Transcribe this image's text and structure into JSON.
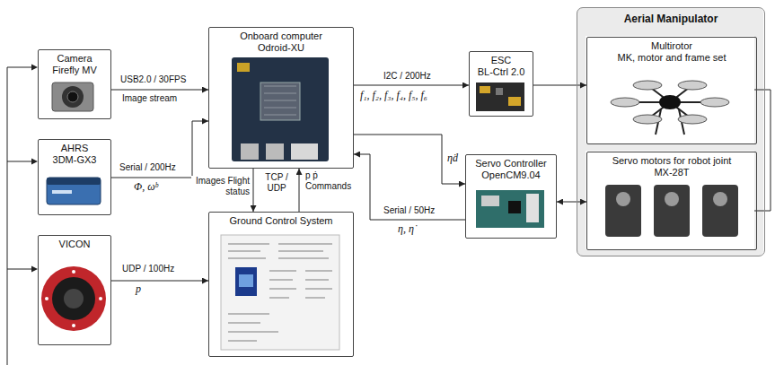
{
  "diagram": {
    "nodes": [
      {
        "text": [
          "Camera",
          "Firefly MV"
        ]
      },
      {
        "text": [
          "Onboard computer",
          "Odroid-XU"
        ]
      },
      {
        "text": [
          "ESC",
          "BL-Ctrl 2.0"
        ]
      },
      {
        "text": [
          "Aerial Manipulator"
        ]
      },
      {
        "text": [
          "Multirotor",
          "MK, motor and frame set"
        ],
        "in": 3
      },
      {
        "text": [
          "Servo motors for robot joint",
          "MX-28T"
        ],
        "in": 3
      },
      {
        "text": [
          "AHRS",
          "3DM-GX3"
        ]
      },
      {
        "text": [
          "Servo Controller",
          "OpenCM9.04"
        ]
      },
      {
        "text": [
          "Ground Control System"
        ]
      },
      {
        "text": [
          "VICON"
        ]
      }
    ],
    "edges": [
      {
        "from": 0,
        "to": 1,
        "arrow": "to",
        "label": "USB2.0 / 30FPS"
      },
      {
        "from": 6,
        "to": 1,
        "arrow": "to",
        "label": "Serial / 200Hz"
      },
      {
        "from": 9,
        "to": 8,
        "arrow": "to",
        "label": "UDP / 100Hz"
      },
      {
        "from": 1,
        "to": 8,
        "arrow": "to",
        "label": "Images Flight status"
      },
      {
        "from": 8,
        "to": 1,
        "arrow": "to",
        "label": "p ṗ Commands"
      },
      {
        "from": 1,
        "to": 2,
        "arrow": "to",
        "label": "I2C / 200Hz"
      },
      {
        "from": 1,
        "to": 7,
        "arrow": "to",
        "label": "η̇d"
      },
      {
        "from": 7,
        "to": 1,
        "arrow": "to",
        "label": "Serial / 50Hz"
      },
      {
        "from": 2,
        "to": 4,
        "arrow": "to"
      },
      {
        "from": 7,
        "to": 5,
        "arrow": "both"
      }
    ],
    "labels": [
      "Image stream",
      "Φ, ωᵇ",
      "p",
      "TCP / UDP",
      "f₁, f₂, f₃, f₄, f₅, f₆",
      "η, η̇"
    ]
  }
}
